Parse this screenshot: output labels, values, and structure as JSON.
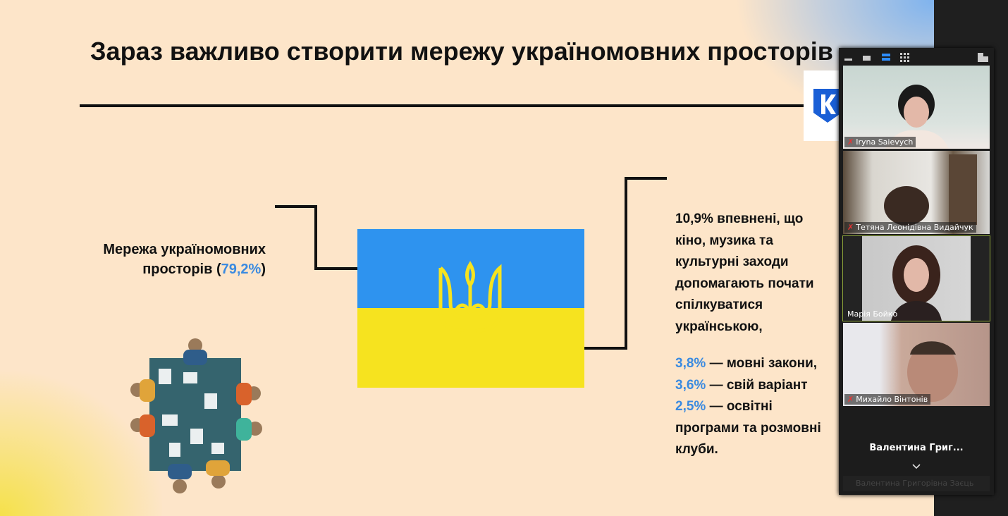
{
  "slide": {
    "title": "Зараз важливо створити мережу україномовних просторів",
    "left": {
      "label": "Мережа україномовних просторів (",
      "percent": "79,2%",
      "close": ")"
    },
    "right": {
      "lines": [
        "10,9% впевнені, що",
        "кіно, музика та",
        "культурні заходи",
        "допомагають почати",
        "спілкуватися",
        "українською,"
      ],
      "stats": [
        {
          "percent": "3,8%",
          "text": " — мовні закони,"
        },
        {
          "percent": "3,6%",
          "text": " — свій варіант"
        },
        {
          "percent": "2,5%",
          "text": " — освітні"
        }
      ],
      "tail": [
        "програми та розмовні",
        "клуби."
      ]
    },
    "logo_letter": "К"
  },
  "colors": {
    "accent_blue": "#3a8ae0",
    "flag_blue": "#2e93ef",
    "flag_yellow": "#f6e31f",
    "slide_bg": "#fde5c9"
  },
  "video_panel": {
    "participants": [
      {
        "name": "Iryna Saievych",
        "muted": true
      },
      {
        "name": "Тетяна Леонідівна Видайчук",
        "muted": true
      },
      {
        "name": "Марія Бойко",
        "muted": false,
        "active": true
      },
      {
        "name": "Михайло Вінтонів",
        "muted": true
      }
    ],
    "no_video_name": "Валентина  Григ...",
    "footer_name": "Валентина Григорівна Заєць"
  }
}
